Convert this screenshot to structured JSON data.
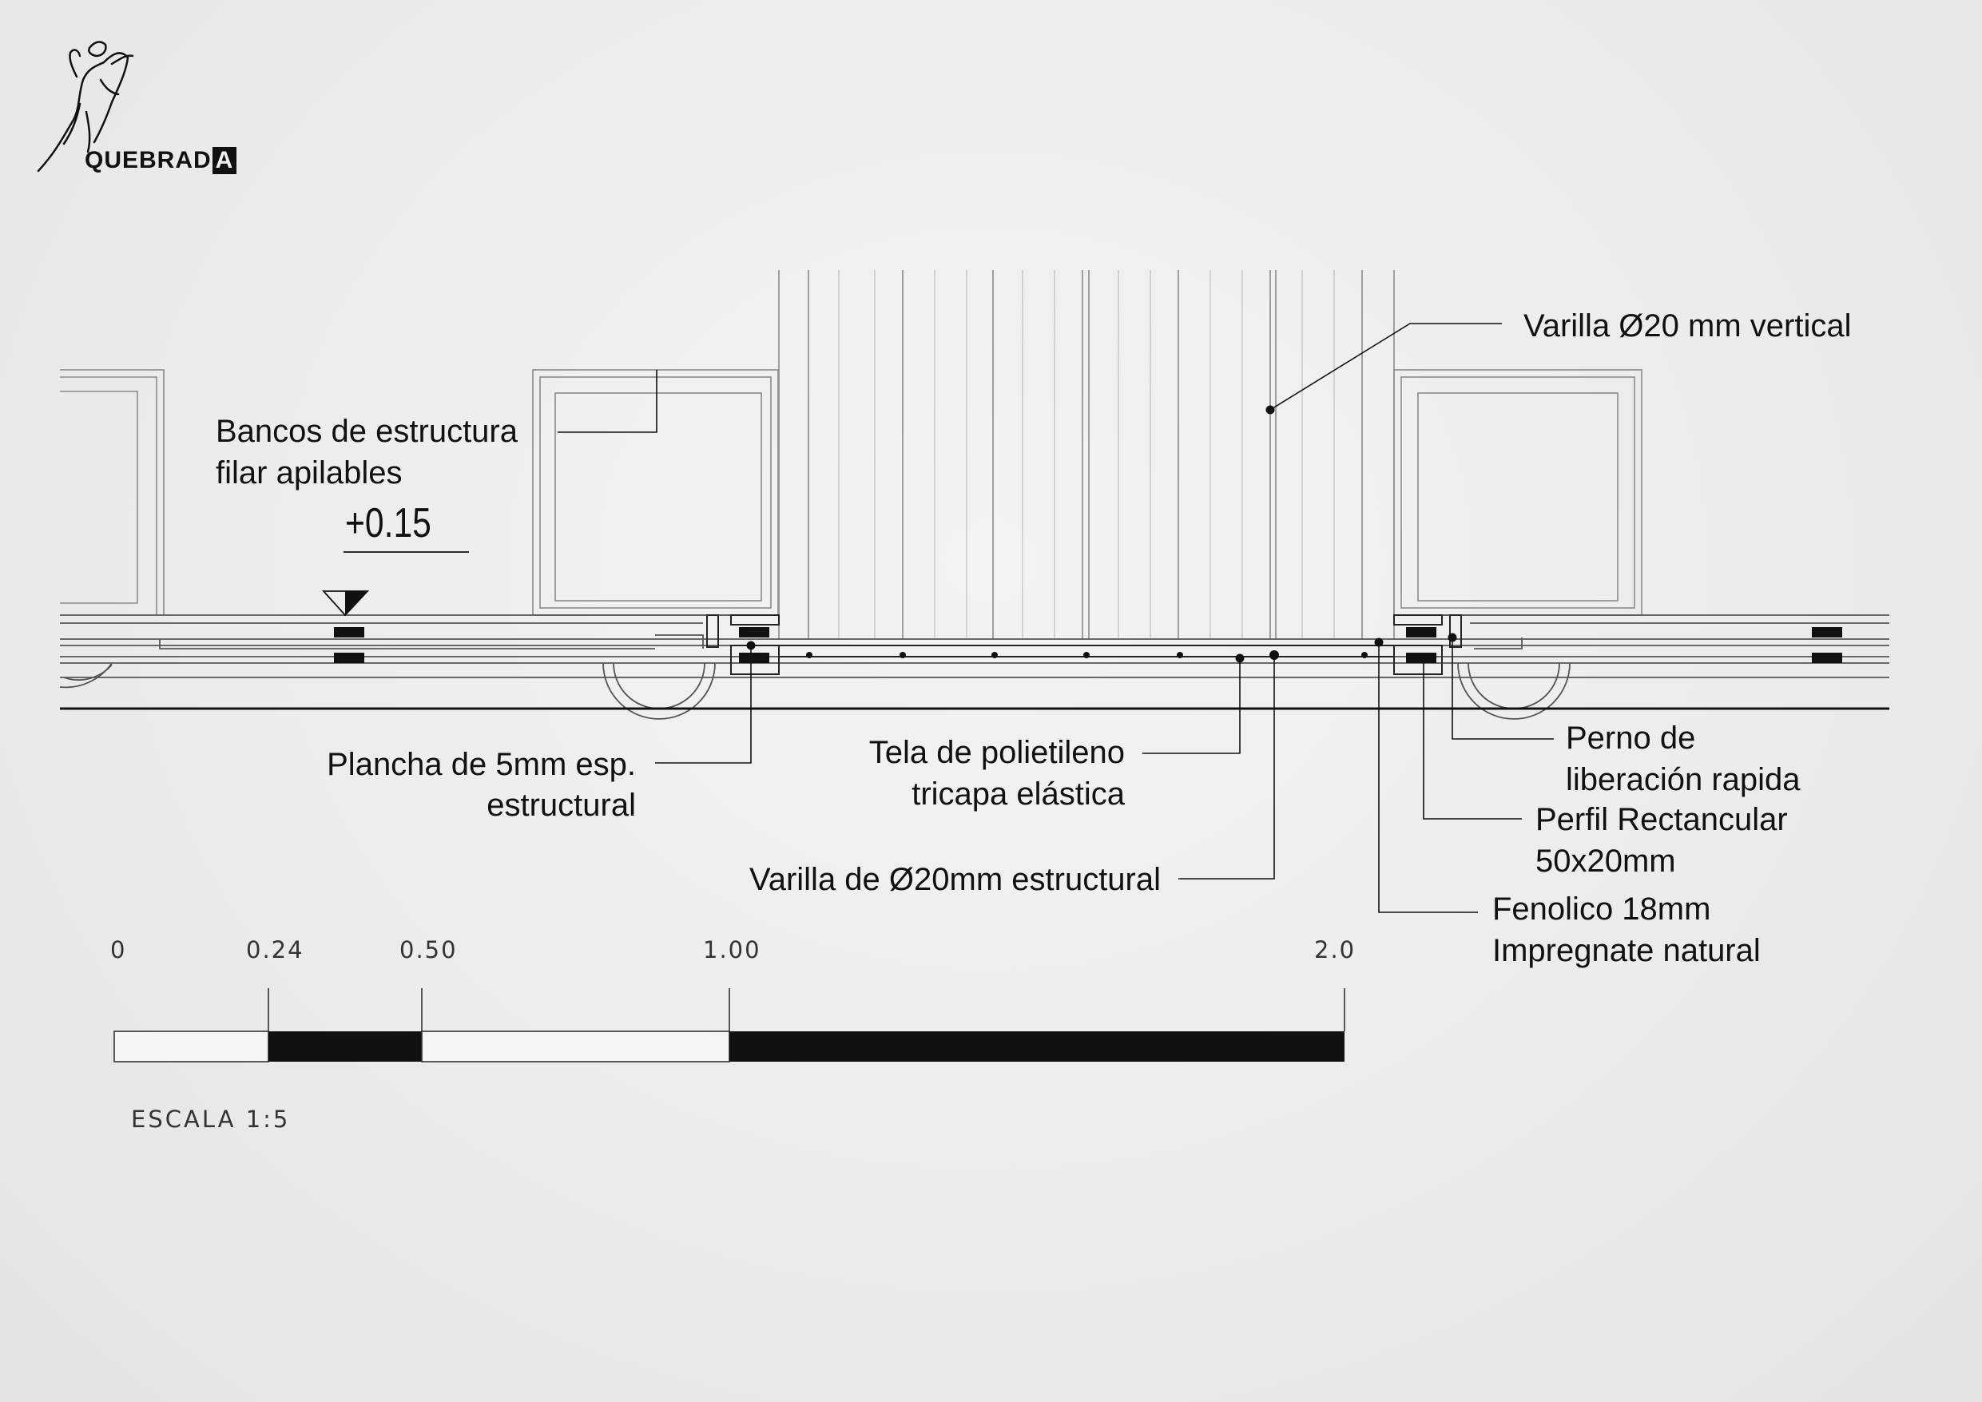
{
  "logo": {
    "brand": "QUEBRAD",
    "brand_last": "A",
    "icon": "dancer-sketch-icon"
  },
  "level_mark": "+0.15",
  "annotations": {
    "varilla_vertical": "Varilla  Ø20 mm vertical",
    "bancos_1": "Bancos de estructura",
    "bancos_2": "filar apilables",
    "plancha_1": "Plancha de 5mm esp.",
    "plancha_2": "estructural",
    "tela_1": "Tela  de polietileno",
    "tela_2": "tricapa elástica",
    "varilla_estructural": "Varilla de Ø20mm estructural",
    "perno_1": "Perno de",
    "perno_2": "liberación rapida",
    "perfil_1": "Perfil Rectancular",
    "perfil_2": "50x20mm",
    "fenolico_1": "Fenolico 18mm",
    "fenolico_2": "Impregnate natural"
  },
  "scale_bar": {
    "ticks": [
      "0",
      "0.24",
      "0.50",
      "1.00",
      "2.0"
    ],
    "title": "ESCALA 1:5"
  },
  "colors": {
    "background": "#ececec",
    "ink": "#111111",
    "line": "#6e6e6e"
  }
}
